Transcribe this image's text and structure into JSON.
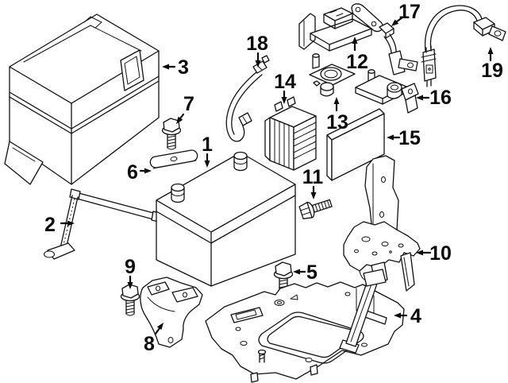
{
  "diagram": {
    "background_color": "#ffffff",
    "line_color": "#111111",
    "label_color": "#0a0a0a",
    "callouts": [
      {
        "number": "1"
      },
      {
        "number": "2"
      },
      {
        "number": "3"
      },
      {
        "number": "4"
      },
      {
        "number": "5"
      },
      {
        "number": "6"
      },
      {
        "number": "7"
      },
      {
        "number": "8"
      },
      {
        "number": "9"
      },
      {
        "number": "10"
      },
      {
        "number": "11"
      },
      {
        "number": "12"
      },
      {
        "number": "13"
      },
      {
        "number": "14"
      },
      {
        "number": "15"
      },
      {
        "number": "16"
      },
      {
        "number": "17"
      },
      {
        "number": "18"
      },
      {
        "number": "19"
      }
    ]
  }
}
